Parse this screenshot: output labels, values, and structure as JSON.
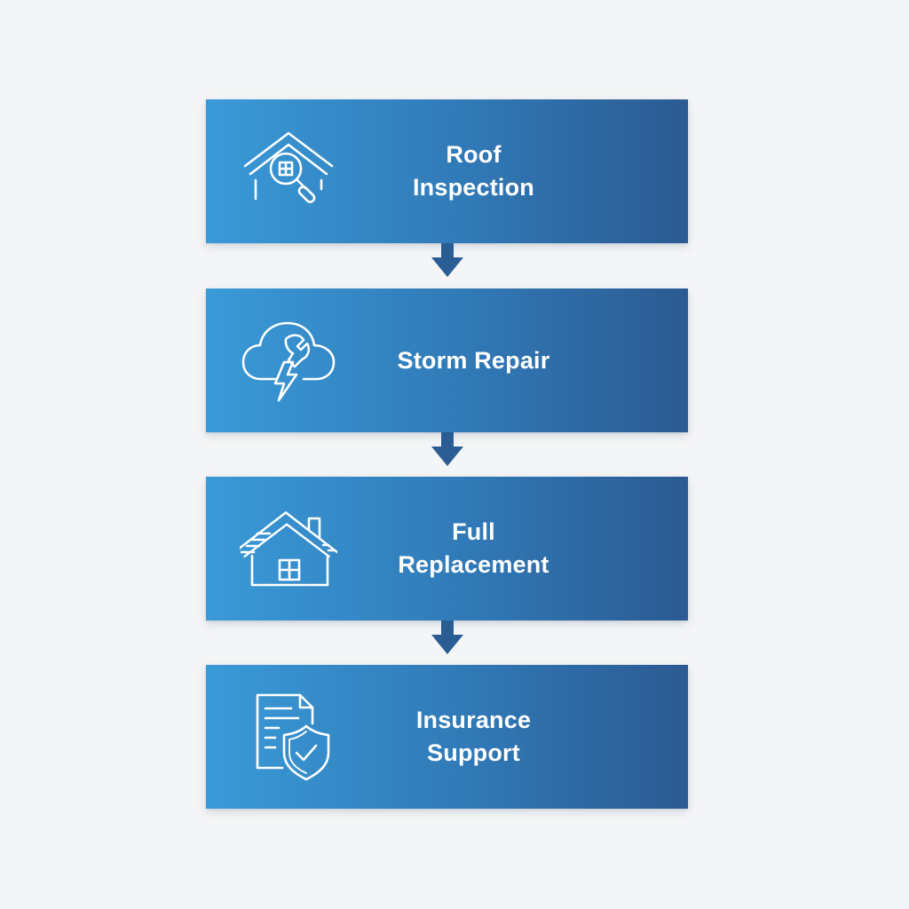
{
  "steps": [
    {
      "label": "Roof Inspection",
      "icon": "house-magnifier-icon"
    },
    {
      "label": "Storm Repair",
      "icon": "cloud-wrench-lightning-icon"
    },
    {
      "label": "Full Replacement",
      "icon": "house-roof-icon"
    },
    {
      "label": "Insurance Support",
      "icon": "document-shield-check-icon"
    }
  ],
  "colors": {
    "background": "#f4f5f6",
    "box_gradient_start": "#3a9ad8",
    "box_gradient_end": "#2c5a92",
    "arrow": "#2a5d94",
    "text": "#ffffff"
  }
}
